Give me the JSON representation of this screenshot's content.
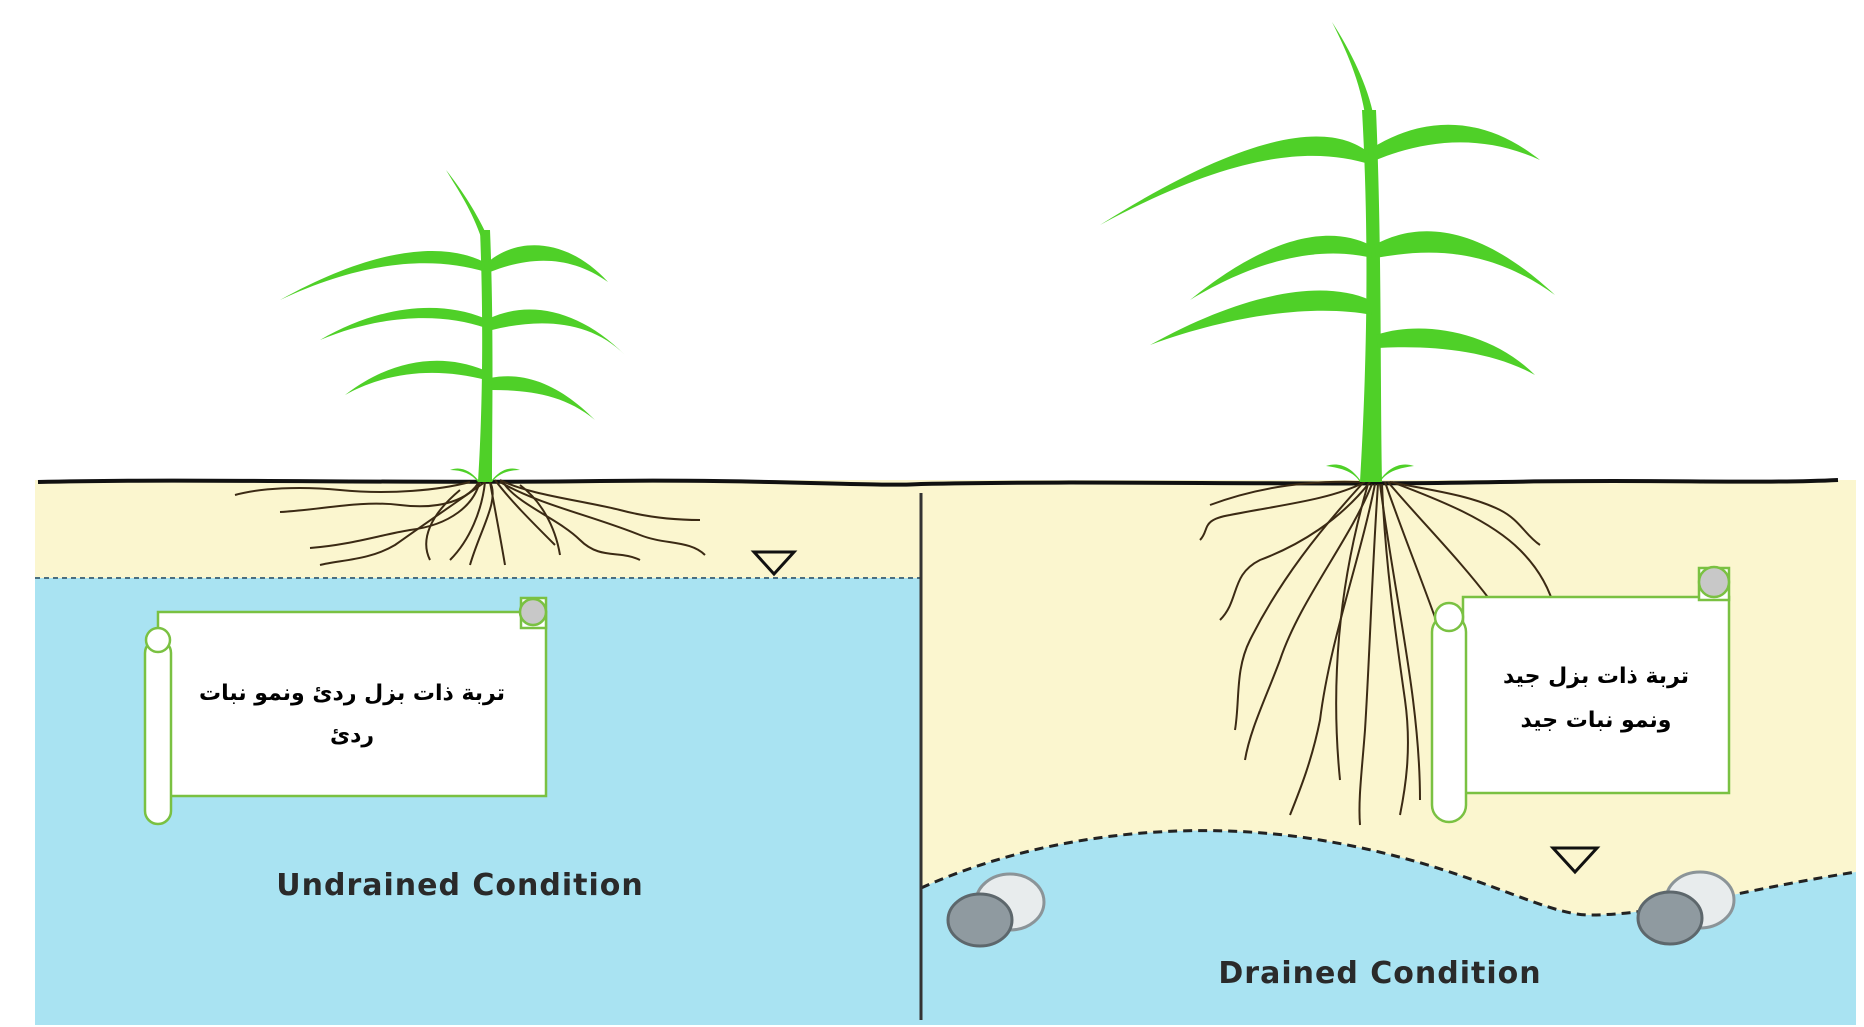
{
  "left_panel": {
    "condition_label": "Undrained Condition",
    "scroll_note_line1": "تربة ذات بزل ردئ ونمو نبات",
    "scroll_note_line2": "ردئ"
  },
  "right_panel": {
    "condition_label": "Drained Condition",
    "scroll_note_line1": "تربة ذات بزل جيد",
    "scroll_note_line2": "ونمو نبات جيد"
  },
  "colors": {
    "soil": "#fbf6cf",
    "water": "#a9e3f2",
    "plant": "#4fd028",
    "roots": "#3b2a14",
    "scroll_border": "#7ac142",
    "outline": "#111111"
  }
}
